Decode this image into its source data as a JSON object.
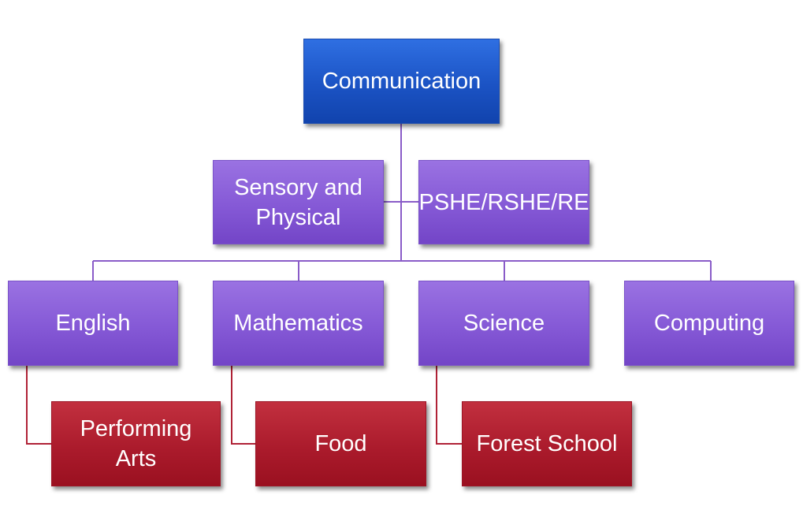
{
  "root": {
    "label": "Communication"
  },
  "support": [
    {
      "label": "Sensory and Physical"
    },
    {
      "label": "PSHE/RSHE/RE"
    }
  ],
  "subjects": [
    {
      "label": "English"
    },
    {
      "label": "Mathematics"
    },
    {
      "label": "Science"
    },
    {
      "label": "Computing"
    }
  ],
  "sub_areas": [
    {
      "label": "Performing Arts",
      "parent": "English"
    },
    {
      "label": "Food",
      "parent": "Mathematics"
    },
    {
      "label": "Forest School",
      "parent": "Science"
    }
  ],
  "colors": {
    "root": "#1b53c4",
    "level": "#8559d6",
    "sub": "#ab1b2c",
    "purple_line": "#8a5cc8",
    "red_line": "#b02236"
  }
}
